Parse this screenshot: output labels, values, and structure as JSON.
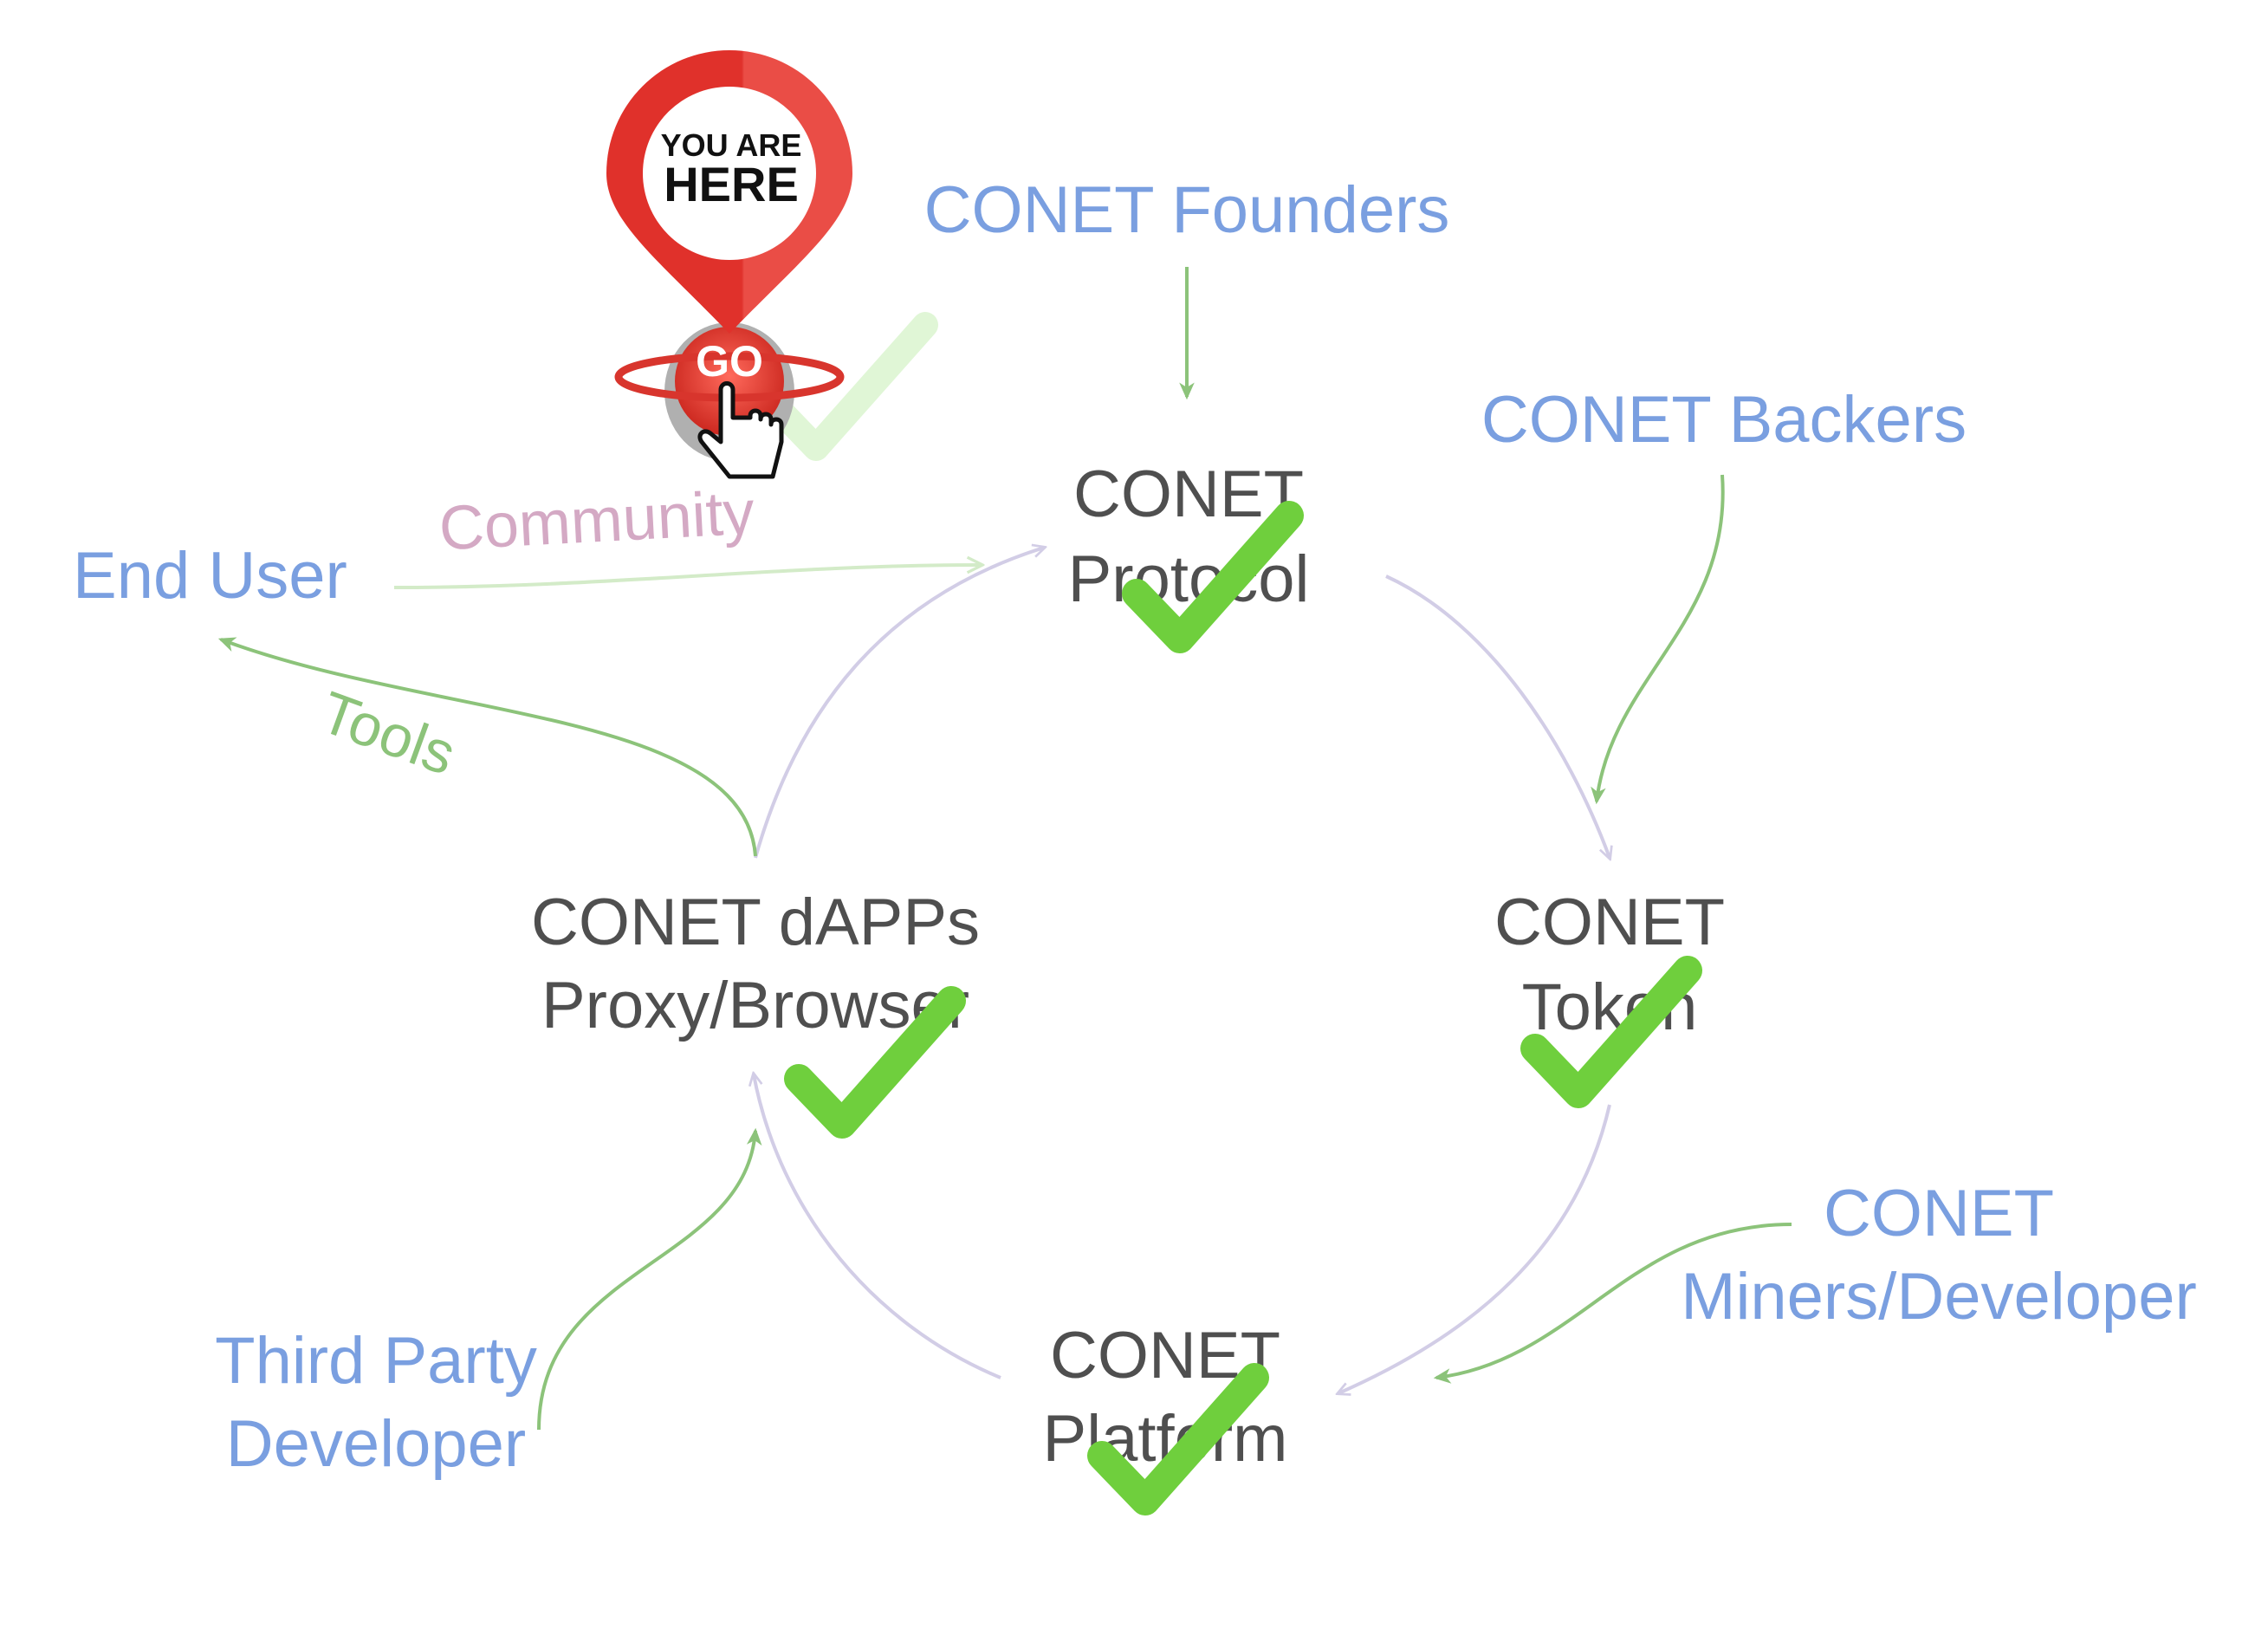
{
  "nodes": {
    "protocol": {
      "line1": "CONET",
      "line2": "Protocol"
    },
    "token": {
      "line1": "CONET",
      "line2": "Token"
    },
    "platform": {
      "line1": "CONET",
      "line2": "Platform"
    },
    "dapps": {
      "line1": "CONET dAPPs",
      "line2": "Proxy/Browser"
    }
  },
  "actors": {
    "founders": "CONET Founders",
    "backers": "CONET Backers",
    "miners": {
      "line1": "CONET",
      "line2": "Miners/Developer"
    },
    "third_party": {
      "line1": "Third Party",
      "line2": "Developer"
    },
    "end_user": "End User"
  },
  "edge_labels": {
    "community": "Community",
    "tools": "Tools"
  },
  "pin": {
    "line1": "YOU ARE",
    "line2": "HERE",
    "button": "GO"
  },
  "colors": {
    "cycle_arrow": "#d2cde6",
    "actor_arrow": "#8cc37a",
    "actor_text": "#7a9fe0",
    "node_text": "#4f4f4f",
    "check": "#6fcf3d",
    "pin_red": "#e0312b"
  },
  "icons": [
    "location-pin-icon",
    "go-button-icon",
    "hand-cursor-icon",
    "checkmark-icon"
  ]
}
